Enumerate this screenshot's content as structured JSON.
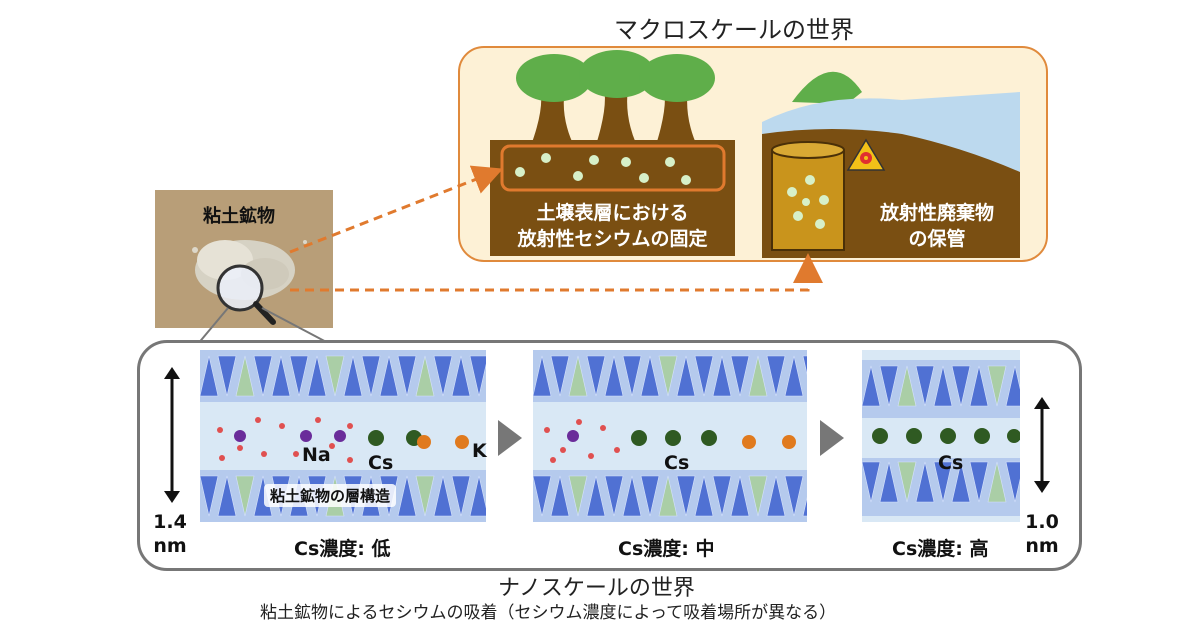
{
  "macro": {
    "title": "マクロスケールの世界",
    "soil_label_line1": "土壌表層における",
    "soil_label_line2": "放射性セシウムの固定",
    "waste_label_line1": "放射性廃棄物",
    "waste_label_line2": "の保管"
  },
  "sample": {
    "label": "粘土鉱物"
  },
  "nano": {
    "title": "ナノスケールの世界",
    "caption": "粘土鉱物によるセシウムの吸着（セシウム濃度によって吸着場所が異なる）",
    "layer_structure_label": "粘土鉱物の層構造",
    "scale_left": "1.4",
    "scale_left_unit": "nm",
    "scale_right": "1.0",
    "scale_right_unit": "nm",
    "panels": [
      {
        "conc_label": "Cs濃度: 低",
        "ions": [
          "Na",
          "Cs",
          "K"
        ]
      },
      {
        "conc_label": "Cs濃度: 中",
        "ions": [
          "Cs"
        ]
      },
      {
        "conc_label": "Cs濃度: 高",
        "ions": [
          "Cs"
        ]
      }
    ]
  },
  "colors": {
    "accent_orange": "#e07a2e",
    "soil_brown": "#7a4f12",
    "tree_green": "#5fae4a",
    "water_blue": "#bcd9ee",
    "tetra_blue": "#3f62cf",
    "cs_green": "#2f5a22",
    "k_orange": "#e07a1e",
    "na_purple": "#6a2c9a"
  },
  "icons": [
    "magnifier-icon",
    "radiation-icon",
    "arrow-right-icon"
  ]
}
